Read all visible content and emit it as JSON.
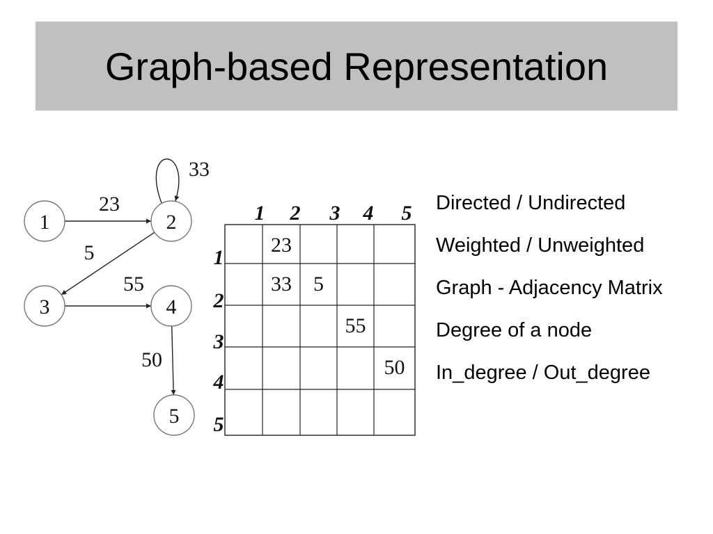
{
  "title": "Graph-based Representation",
  "graph": {
    "nodes": [
      {
        "id": "1",
        "label": "1"
      },
      {
        "id": "2",
        "label": "2"
      },
      {
        "id": "3",
        "label": "3"
      },
      {
        "id": "4",
        "label": "4"
      },
      {
        "id": "5",
        "label": "5"
      }
    ],
    "edges": [
      {
        "from": "1",
        "to": "2",
        "weight": "23"
      },
      {
        "from": "2",
        "to": "2",
        "weight": "33"
      },
      {
        "from": "2",
        "to": "3",
        "weight": "5"
      },
      {
        "from": "3",
        "to": "4",
        "weight": "55"
      },
      {
        "from": "4",
        "to": "5",
        "weight": "50"
      }
    ]
  },
  "matrix": {
    "column_headers": [
      "1",
      "2",
      "3",
      "4",
      "5"
    ],
    "row_headers": [
      "1",
      "2",
      "3",
      "4",
      "5"
    ],
    "cells": [
      [
        "",
        "23",
        "",
        "",
        ""
      ],
      [
        "",
        "33",
        "5",
        "",
        ""
      ],
      [
        "",
        "",
        "",
        "55",
        ""
      ],
      [
        "",
        "",
        "",
        "",
        "50"
      ],
      [
        "",
        "",
        "",
        "",
        ""
      ]
    ]
  },
  "bullets": [
    "Directed / Undirected",
    "Weighted / Unweighted",
    "Graph - Adjacency Matrix",
    "Degree of a node",
    "In_degree / Out_degree"
  ]
}
